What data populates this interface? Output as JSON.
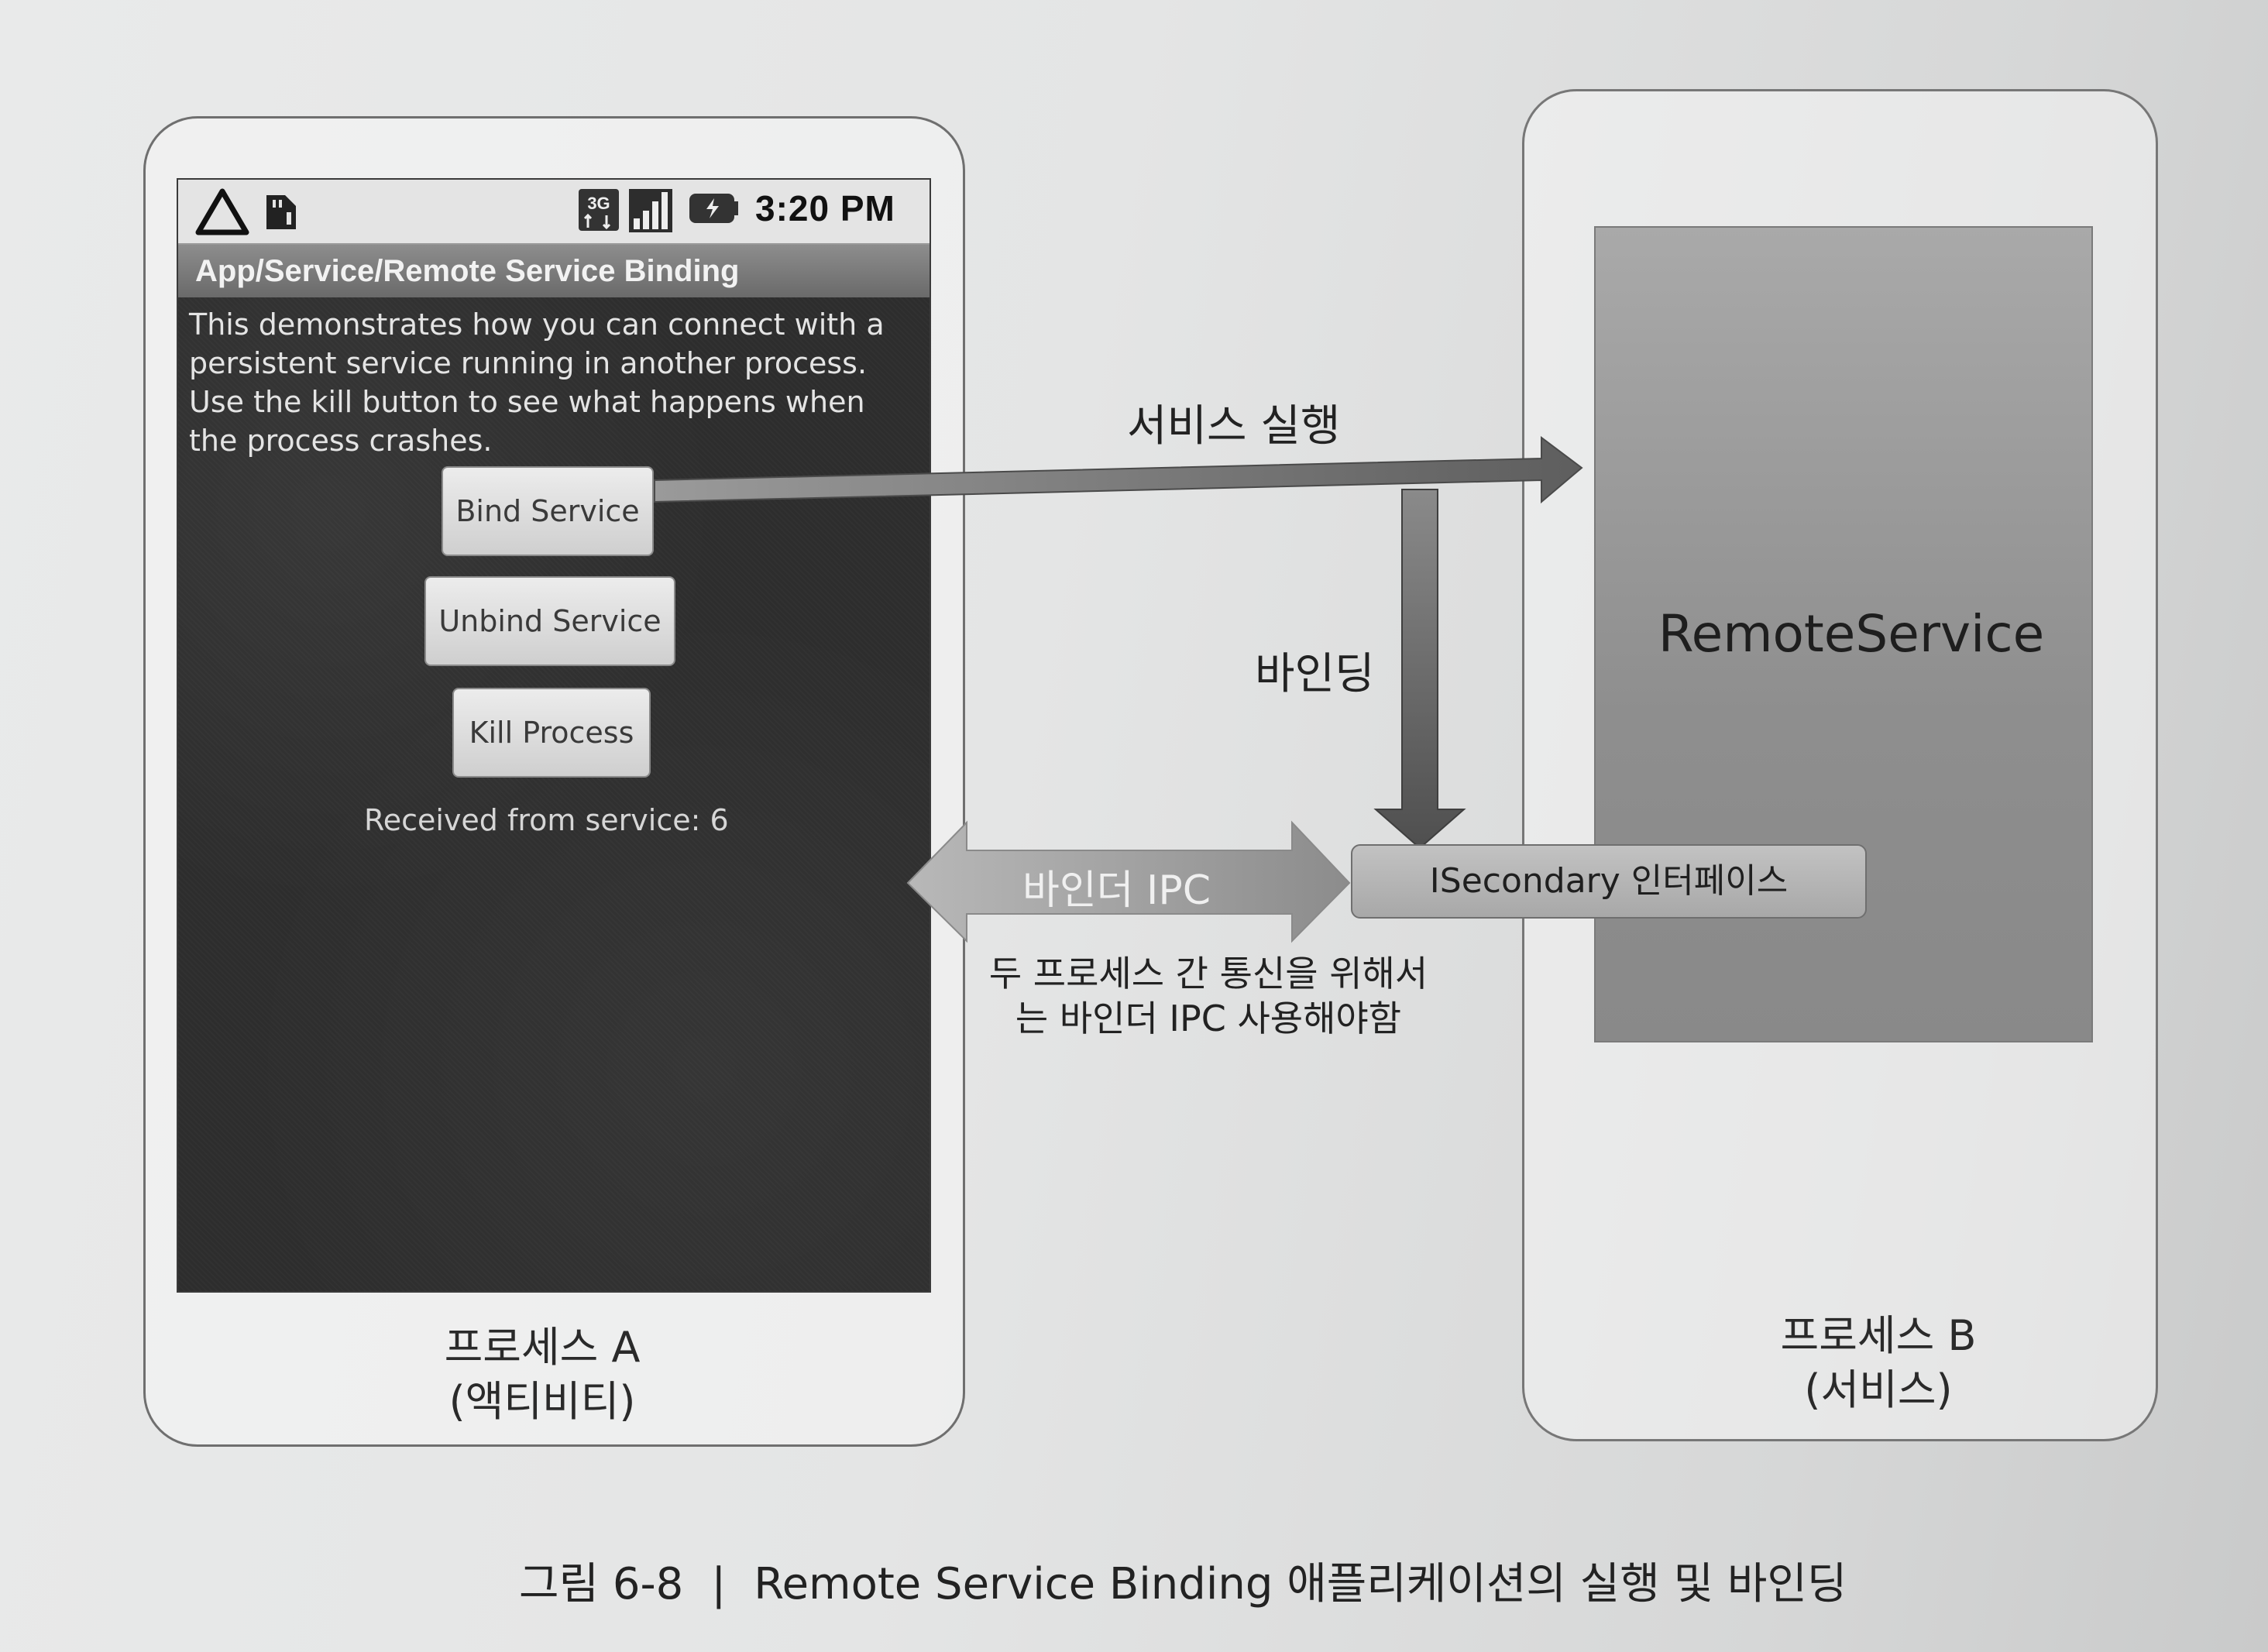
{
  "phone": {
    "status_time": "3:20 PM",
    "status_network": "3G",
    "title": "App/Service/Remote Service Binding",
    "description": "This demonstrates how you can connect with a persistent service running in another process. Use the kill button to see what happens when the process crashes.",
    "buttons": {
      "bind": "Bind Service",
      "unbind": "Unbind Service",
      "kill": "Kill Process"
    },
    "received": "Received from service: 6"
  },
  "process_a": {
    "line1": "프로세스 A",
    "line2": "(액티비티)"
  },
  "process_b": {
    "line1": "프로세스 B",
    "line2": "(서비스)"
  },
  "remote_service": "RemoteService",
  "interface": "ISecondary 인터페이스",
  "labels": {
    "run_service": "서비스 실행",
    "binding": "바인딩",
    "binder_ipc": "바인더 IPC",
    "note_line1": "두 프로세스 간 통신을 위해서",
    "note_line2": "는 바인더 IPC 사용해야함"
  },
  "caption": {
    "figure": "그림 6-8",
    "separator": "|",
    "text": "Remote Service Binding 애플리케이션의 실행 및 바인딩"
  }
}
